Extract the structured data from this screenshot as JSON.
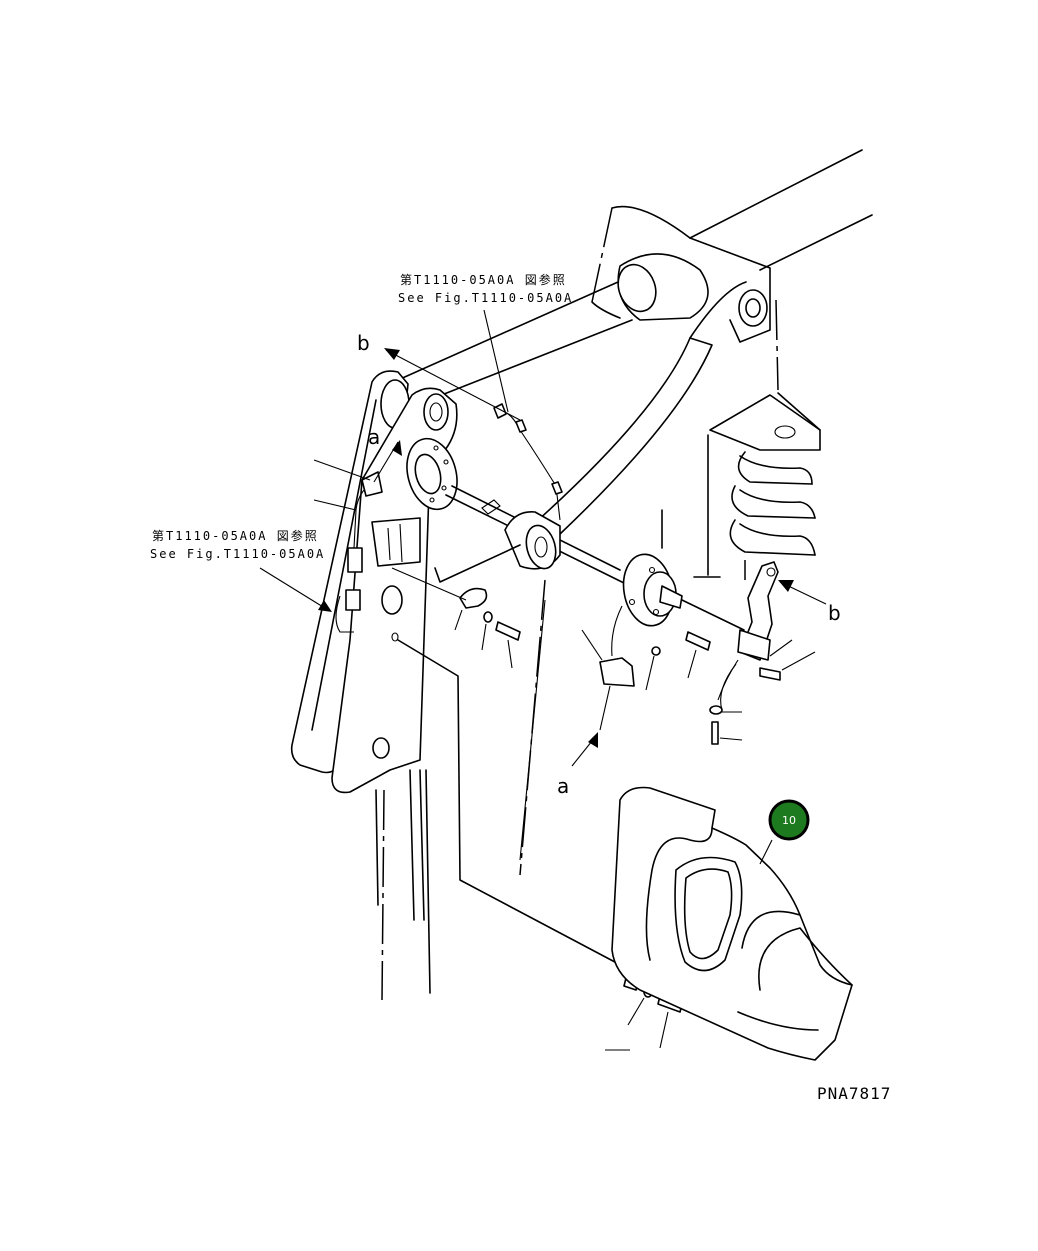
{
  "references": {
    "upper_jp": "第T1110-05A0A 図参照",
    "upper_en": "See Fig.T1110-05A0A",
    "left_jp": "第T1110-05A0A 図参照",
    "left_en": "See Fig.T1110-05A0A"
  },
  "markers": {
    "a_top": "a",
    "a_bottom": "a",
    "b_top": "b",
    "b_right": "b"
  },
  "callout": {
    "label": "10",
    "color": "#1e7a1e"
  },
  "drawing_code": "PNA7817"
}
